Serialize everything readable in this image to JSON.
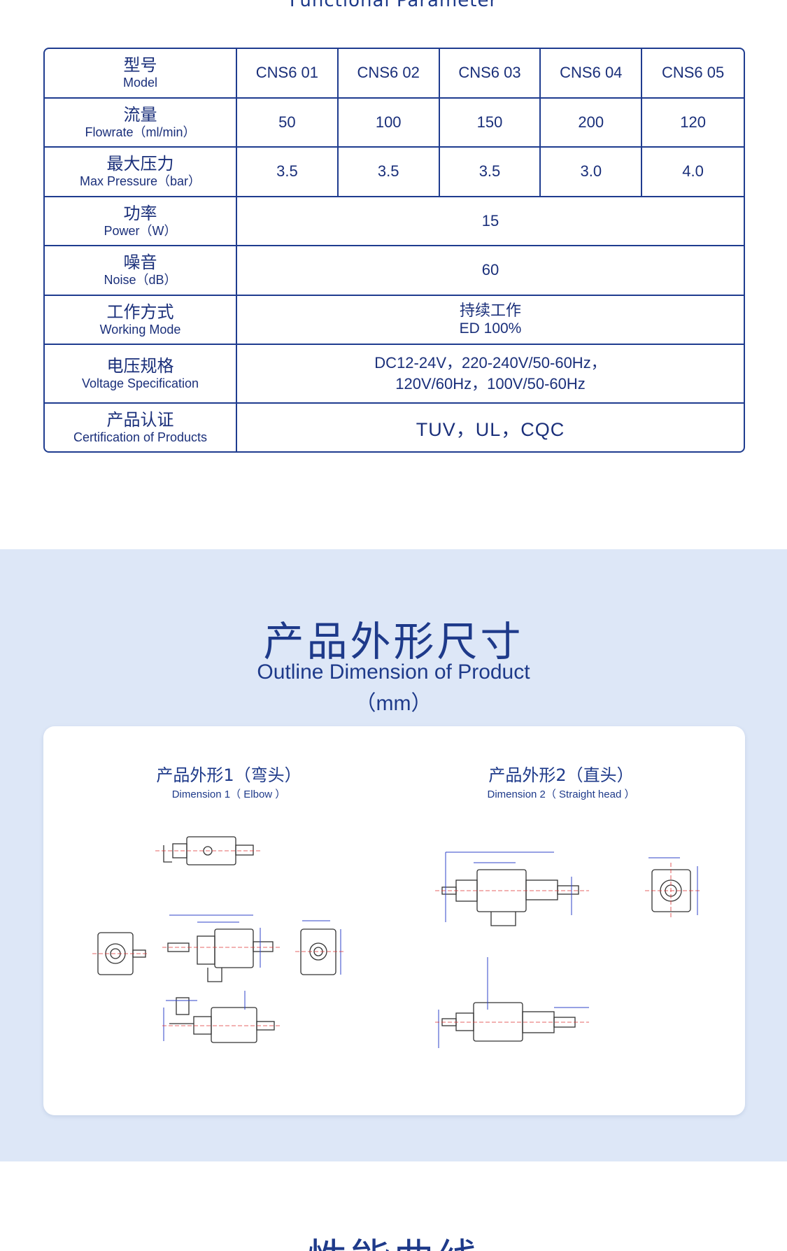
{
  "header": {
    "top_title": "Functional Parameter"
  },
  "table": {
    "models_row": {
      "zh": "型号",
      "en": "Model",
      "values": [
        "CNS6 01",
        "CNS6 02",
        "CNS6 03",
        "CNS6 04",
        "CNS6 05"
      ]
    },
    "flowrate_row": {
      "zh": "流量",
      "en": "Flowrate（ml/min）",
      "values": [
        "50",
        "100",
        "150",
        "200",
        "120"
      ]
    },
    "pressure_row": {
      "zh": "最大压力",
      "en": "Max Pressure（bar）",
      "values": [
        "3.5",
        "3.5",
        "3.5",
        "3.0",
        "4.0"
      ]
    },
    "power_row": {
      "zh": "功率",
      "en": "Power（W）",
      "value": "15"
    },
    "noise_row": {
      "zh": "噪音",
      "en": "Noise（dB）",
      "value": "60"
    },
    "mode_row": {
      "zh": "工作方式",
      "en": "Working Mode",
      "value_zh": "持续工作",
      "value_en": "ED 100%"
    },
    "voltage_row": {
      "zh": "电压规格",
      "en": "Voltage Specification",
      "line1": "DC12-24V，220-240V/50-60Hz，",
      "line2": "120V/60Hz，100V/50-60Hz"
    },
    "cert_row": {
      "zh": "产品认证",
      "en": "Certification of Products",
      "value": "TUV，UL，CQC"
    }
  },
  "outline": {
    "title_zh": "产品外形尺寸",
    "title_en": "Outline Dimension of Product",
    "unit": "（mm）",
    "dim1": {
      "title": "产品外形1（弯头）",
      "subtitle": "Dimension 1（ Elbow ）"
    },
    "dim2": {
      "title": "产品外形2（直头）",
      "subtitle": "Dimension 2（ Straight head ）"
    }
  },
  "next_section": {
    "title_zh": "性能曲线"
  },
  "colors": {
    "primary": "#1e3a8a",
    "band": "#dde7f7",
    "card": "#ffffff"
  }
}
